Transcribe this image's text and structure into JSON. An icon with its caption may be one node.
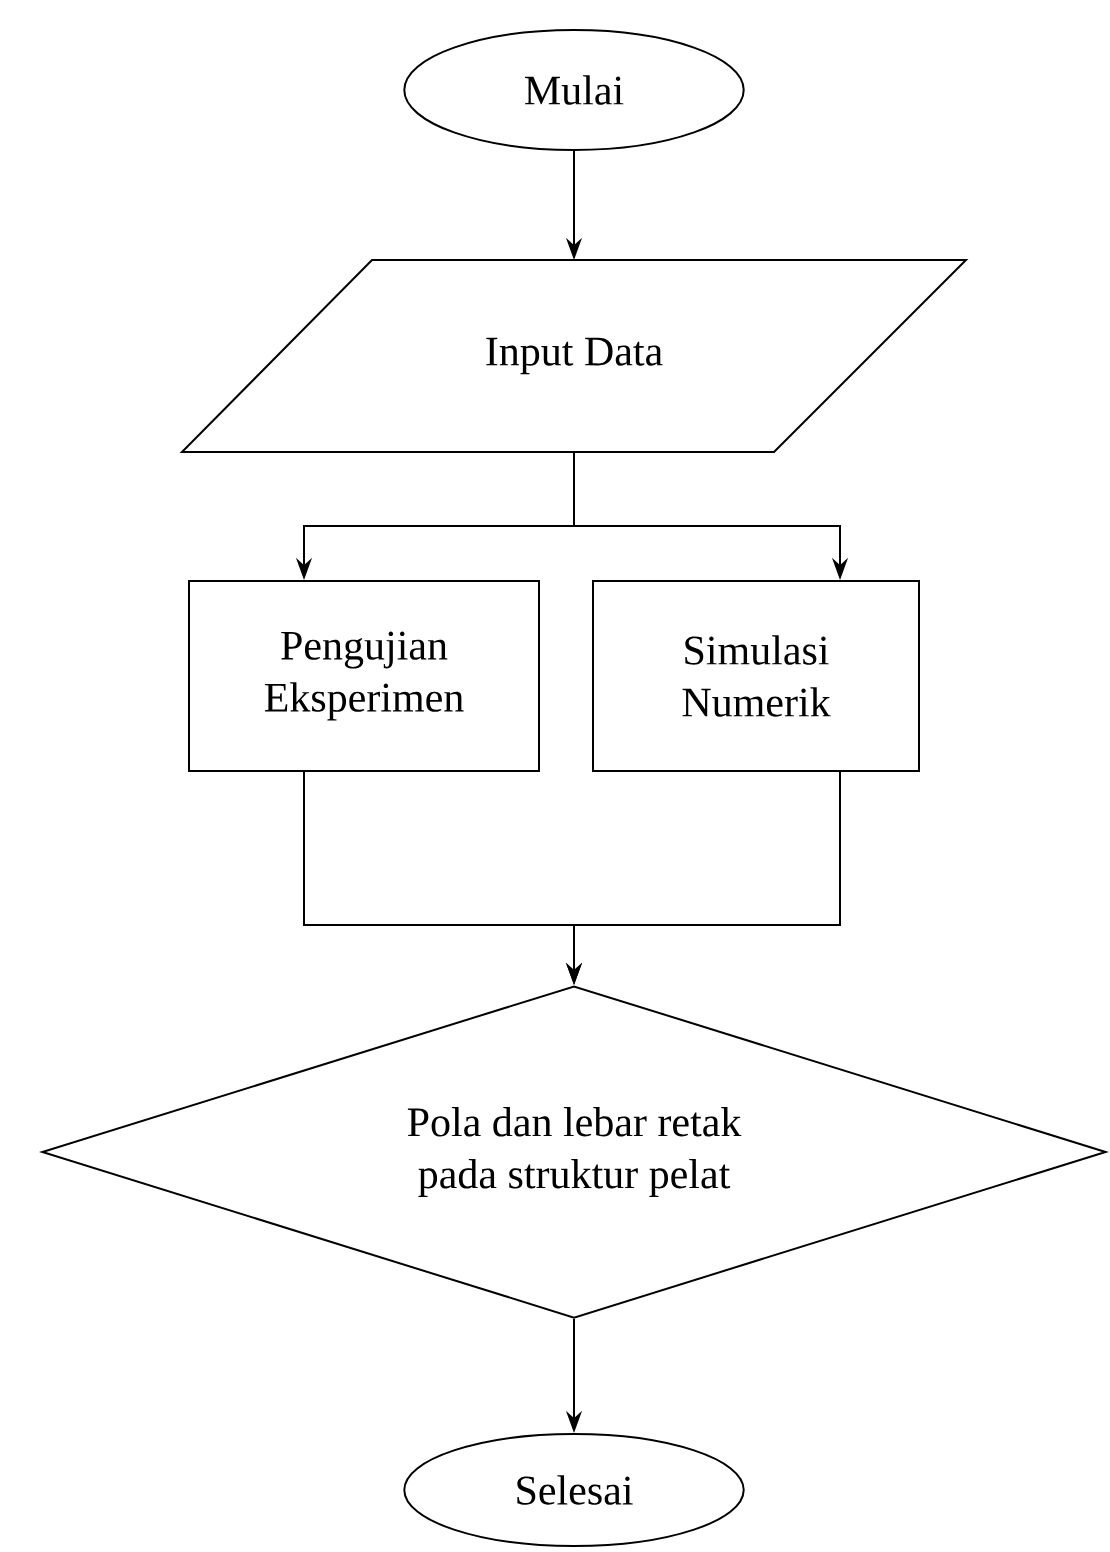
{
  "diagram": {
    "nodes": [
      {
        "text": [
          "Mulai"
        ]
      },
      {
        "text": [
          "Input Data"
        ]
      },
      {
        "text": [
          "Pengujian Eksperimen"
        ]
      },
      {
        "text": [
          "Simulasi Numerik"
        ]
      },
      {
        "text": [
          "Pola dan lebar retak pada struktur pelat"
        ]
      },
      {
        "text": [
          "Selesai"
        ]
      }
    ],
    "edges": [
      {
        "from": 0,
        "to": 1,
        "arrow": "to"
      },
      {
        "from": 1,
        "to": 2,
        "arrow": "to"
      },
      {
        "from": 1,
        "to": 3,
        "arrow": "to"
      },
      {
        "from": 2,
        "to": 4,
        "arrow": "to"
      },
      {
        "from": 3,
        "to": 4,
        "arrow": "to"
      },
      {
        "from": 4,
        "to": 5,
        "arrow": "to"
      }
    ]
  }
}
